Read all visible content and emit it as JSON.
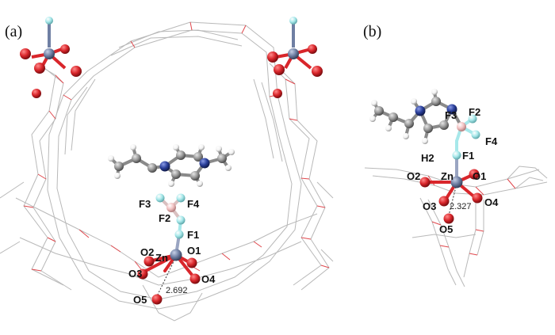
{
  "panels": [
    {
      "label": "(a)",
      "atom_labels": [
        "F3",
        "F4",
        "F2",
        "F1",
        "O2",
        "Zn",
        "O1",
        "O3",
        "O4",
        "O5"
      ],
      "distance_label": "2.692"
    },
    {
      "label": "(b)",
      "atom_labels": [
        "F3",
        "F2",
        "F4",
        "F1",
        "H2",
        "O2",
        "Zn",
        "O1",
        "O3",
        "O4",
        "O5"
      ],
      "distance_label": "2.327"
    }
  ],
  "colors": {
    "oxygen": "#d9262b",
    "metal": "#6f7fa3",
    "fluorine": "#a7e8ea",
    "boron": "#f2c2c2",
    "carbon": "#9a9a9a",
    "hydrogen": "#f2f2f2",
    "nitrogen": "#2a3f9a",
    "framework_gray": "#b9b9b9",
    "framework_red": "#e0474c"
  }
}
